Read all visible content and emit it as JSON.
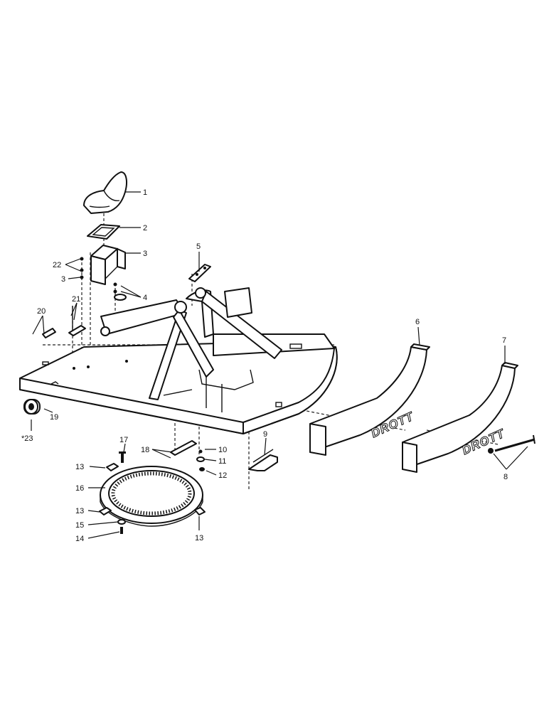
{
  "brand_marking": "DROTT",
  "callouts": {
    "c1": "1",
    "c2": "2",
    "c3a": "3",
    "c3b": "3",
    "c4": "4",
    "c5": "5",
    "c6": "6",
    "c7": "7",
    "c8": "8",
    "c9": "9",
    "c10": "10",
    "c11": "11",
    "c12": "12",
    "c13a": "13",
    "c13b": "13",
    "c13c": "13",
    "c14": "14",
    "c15": "15",
    "c16": "16",
    "c17": "17",
    "c18": "18",
    "c19": "19",
    "c20": "20",
    "c21": "21",
    "c22": "22",
    "c23": "*23"
  }
}
